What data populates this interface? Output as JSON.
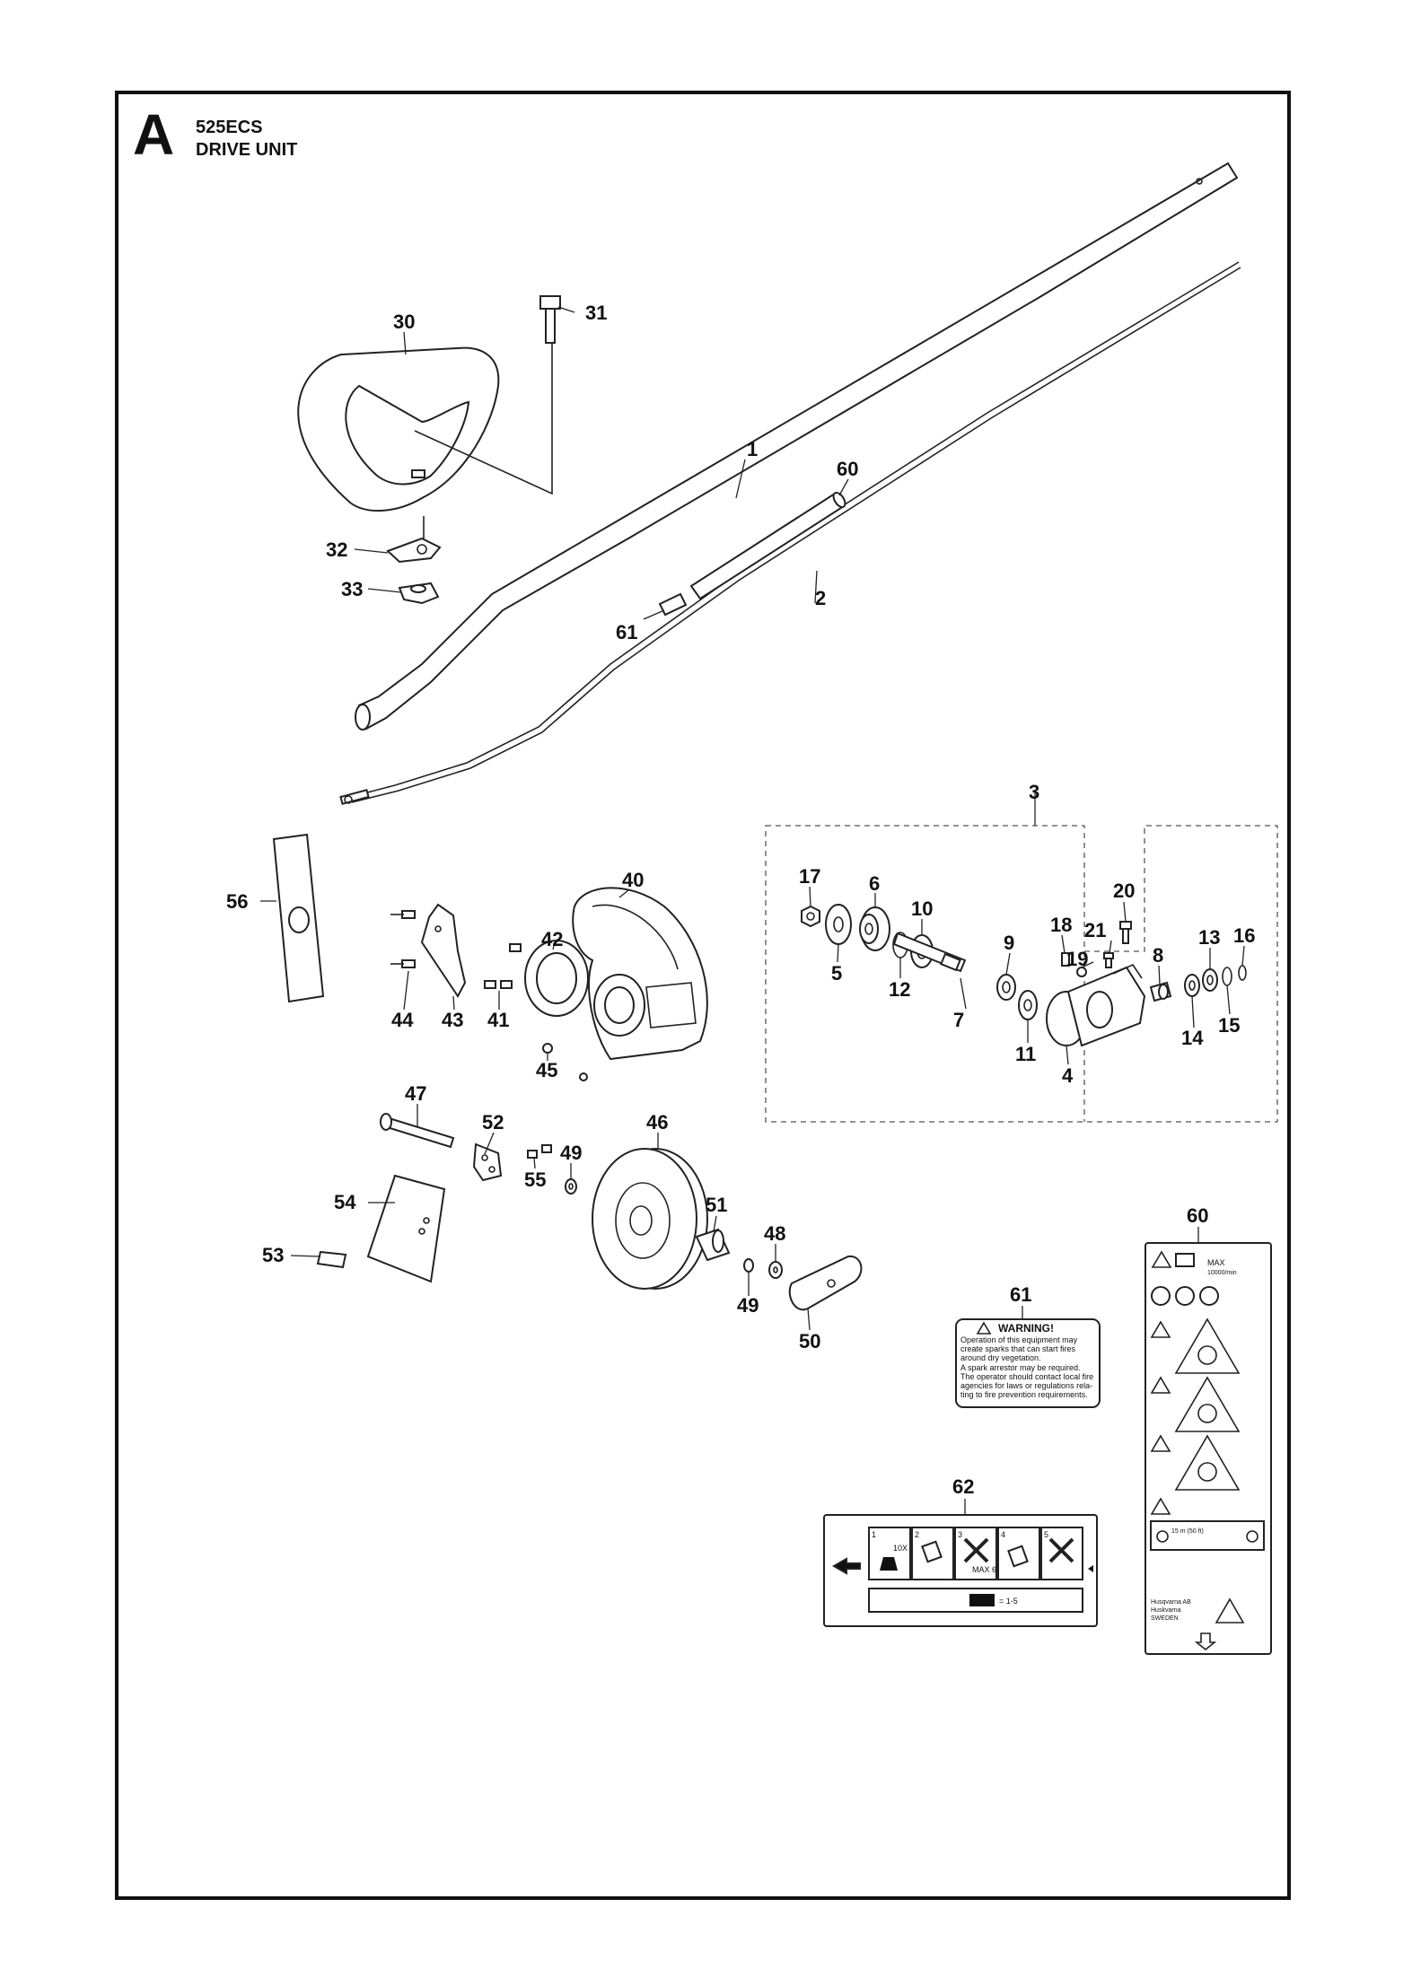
{
  "header": {
    "section_letter": "A",
    "model": "525ECS",
    "assembly": "DRIVE UNIT"
  },
  "callouts": {
    "c1": "1",
    "c2": "2",
    "c3": "3",
    "c4": "4",
    "c5": "5",
    "c6": "6",
    "c7": "7",
    "c8": "8",
    "c9": "9",
    "c10": "10",
    "c11": "11",
    "c12": "12",
    "c13": "13",
    "c14": "14",
    "c15": "15",
    "c16": "16",
    "c17": "17",
    "c18": "18",
    "c19": "19",
    "c20": "20",
    "c21": "21",
    "c30": "30",
    "c31": "31",
    "c32": "32",
    "c33": "33",
    "c40": "40",
    "c41": "41",
    "c42": "42",
    "c43": "43",
    "c44": "44",
    "c45": "45",
    "c46": "46",
    "c47": "47",
    "c48": "48",
    "c49a": "49",
    "c49b": "49",
    "c50": "50",
    "c51": "51",
    "c52": "52",
    "c53": "53",
    "c54": "54",
    "c55": "55",
    "c56": "56",
    "c60a": "60",
    "c60b": "60",
    "c61a": "61",
    "c61b": "61",
    "c62": "62"
  },
  "decal_61": {
    "heading": "WARNING!",
    "lines": [
      "Operation of this equipment may",
      "create sparks that can start fires",
      "around dry vegetation.",
      "A spark arrestor may be required.",
      "The operator should contact local fire",
      "agencies for laws or regulations rela-",
      "ting to fire prevention requirements."
    ]
  },
  "decal_62": {
    "steps": [
      "1",
      "2",
      "3",
      "4",
      "5"
    ],
    "step1_text": "10X",
    "step3_text": "MAX 6",
    "footer_text": "= 1-5"
  },
  "decal_60": {
    "max_text": "MAX",
    "rpm_text": "10000/min",
    "distance_text": "15 m (50 ft)",
    "maker_line1": "Husqvarna AB",
    "maker_line2": "Huskvarna",
    "maker_line3": "SWEDEN"
  }
}
